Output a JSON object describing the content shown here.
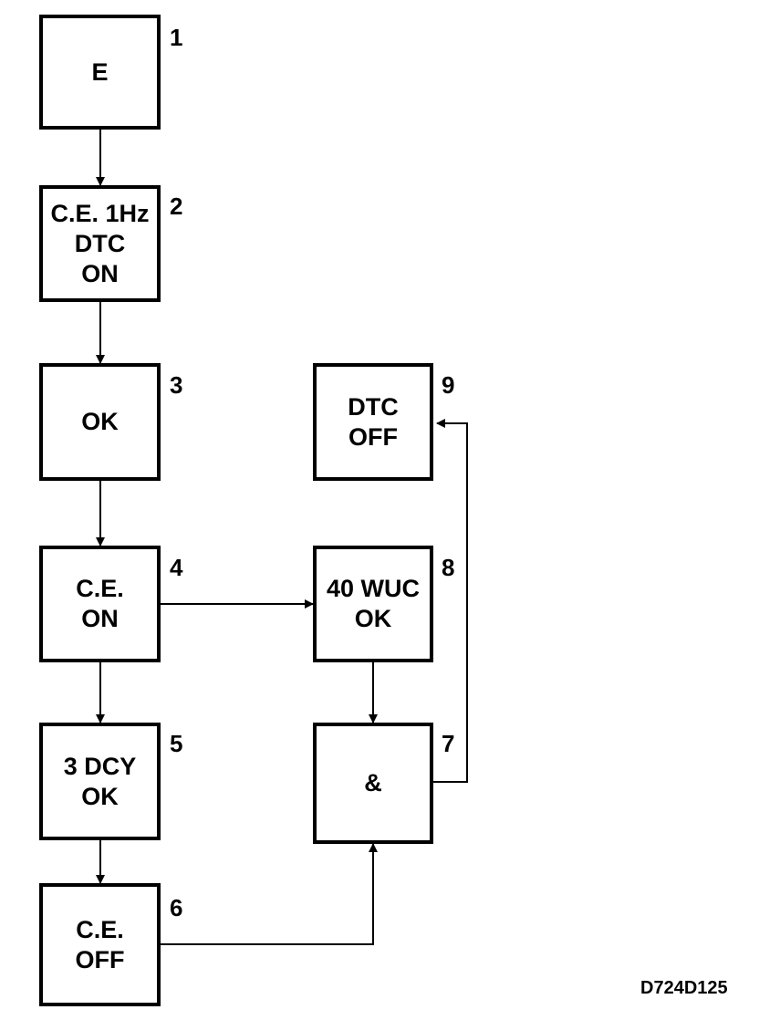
{
  "diagram": {
    "blocks": [
      {
        "number": "1",
        "lines": [
          "E"
        ]
      },
      {
        "number": "2",
        "lines": [
          "C.E. 1Hz",
          "DTC",
          "ON"
        ]
      },
      {
        "number": "3",
        "lines": [
          "OK"
        ]
      },
      {
        "number": "4",
        "lines": [
          "C.E.",
          "ON"
        ]
      },
      {
        "number": "5",
        "lines": [
          "3 DCY",
          "OK"
        ]
      },
      {
        "number": "6",
        "lines": [
          "C.E.",
          "OFF"
        ]
      },
      {
        "number": "7",
        "lines": [
          "&"
        ]
      },
      {
        "number": "8",
        "lines": [
          "40 WUC",
          "OK"
        ]
      },
      {
        "number": "9",
        "lines": [
          "DTC",
          "OFF"
        ]
      }
    ],
    "reference": "D724D125"
  }
}
